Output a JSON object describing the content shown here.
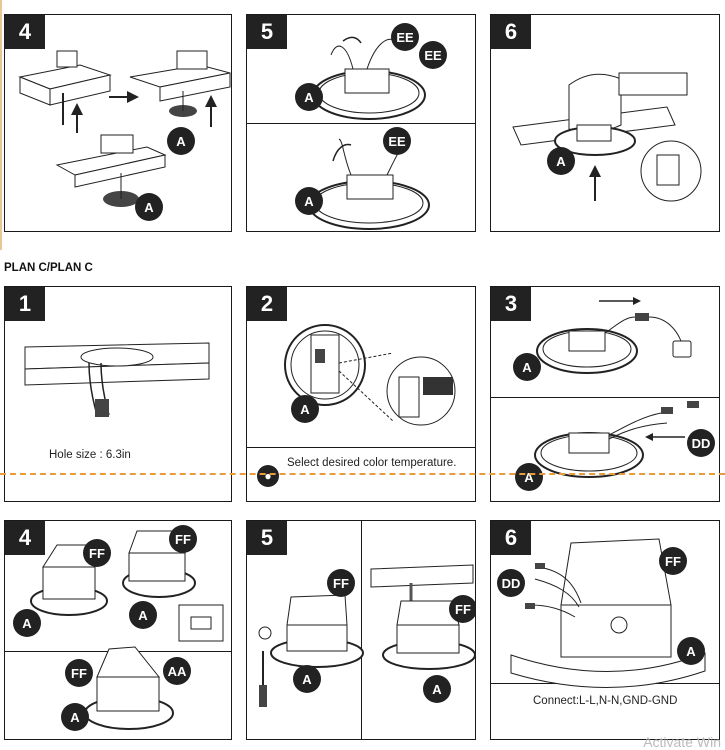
{
  "section_heading": "PLAN C/PLAN C",
  "panels": {
    "top4": {
      "step": "4",
      "badges": [
        "A",
        "A"
      ]
    },
    "top5": {
      "step": "5",
      "badges": [
        "EE",
        "EE",
        "A",
        "EE",
        "A"
      ]
    },
    "top6": {
      "step": "6",
      "badges": [
        "A"
      ]
    },
    "c1": {
      "step": "1",
      "caption": "Hole size : 6.3in"
    },
    "c2": {
      "step": "2",
      "badges": [
        "A"
      ],
      "caption": "Select desired color temperature."
    },
    "c3": {
      "step": "3",
      "badges": [
        "A",
        "DD",
        "A"
      ]
    },
    "c4": {
      "step": "4",
      "badges": [
        "FF",
        "FF",
        "A",
        "A",
        "FF",
        "AA",
        "A"
      ]
    },
    "c5": {
      "step": "5",
      "badges": [
        "FF",
        "A",
        "FF",
        "A"
      ]
    },
    "c6": {
      "step": "6",
      "badges": [
        "FF",
        "DD",
        "A"
      ],
      "caption": "Connect:L-L,N-N,GND-GND"
    }
  },
  "watermark": "Activate Win"
}
